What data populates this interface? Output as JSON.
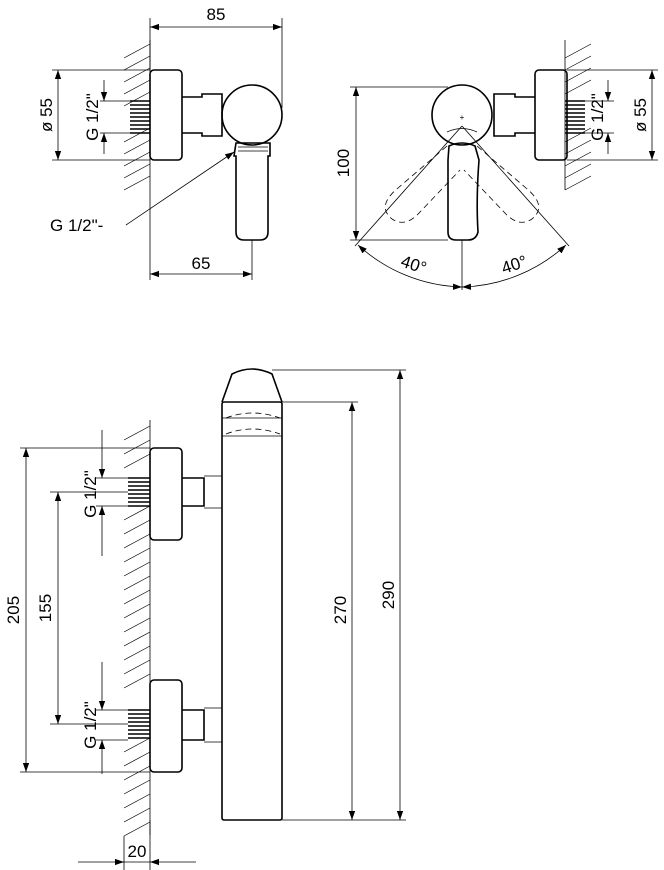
{
  "diagram": {
    "side_view": {
      "dim_top": "85",
      "dim_bottom": "65",
      "dim_diameter": "ø 55",
      "thread_label": "G 1/2\"",
      "callout": "G 1/2\"-"
    },
    "front_view": {
      "dim_height": "100",
      "angle_left": "40°",
      "angle_right": "40°",
      "dim_diameter": "ø 55",
      "thread_label": "G 1/2\""
    },
    "elevation": {
      "dim_outer": "205",
      "dim_spacing": "155",
      "thread_upper": "G 1/2\"",
      "thread_lower": "G 1/2\"",
      "dim_wall": "20",
      "dim_body": "270",
      "dim_total": "290"
    }
  }
}
